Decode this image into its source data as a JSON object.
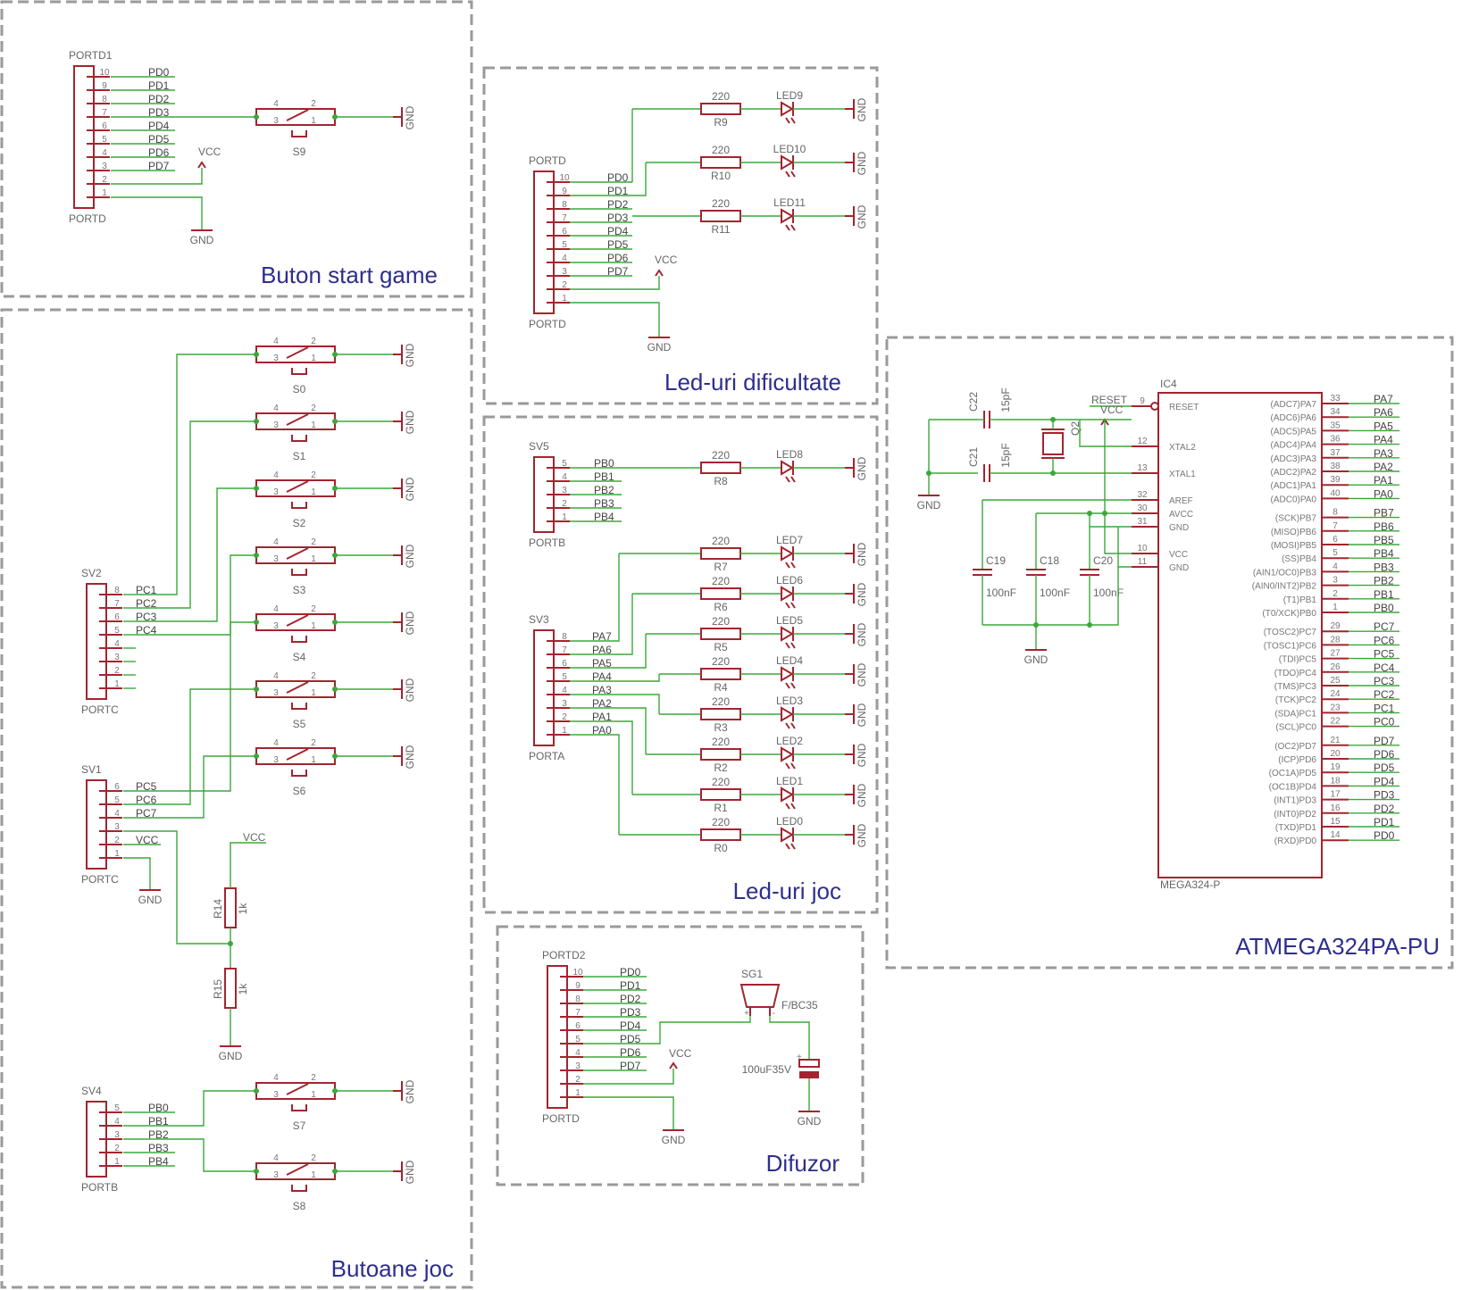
{
  "section_titles": {
    "buton_start": "Buton start game",
    "butoane_joc": "Butoane joc",
    "led_dificultate": "Led-uri dificultate",
    "led_joc": "Led-uri joc",
    "difuzor": "Difuzor",
    "mcu": "ATMEGA324PA-PU"
  },
  "connector_names": {
    "portd1_top": "PORTD1",
    "portd1_bottom": "PORTD",
    "ledd_top": "PORTD",
    "ledd_bottom": "PORTD",
    "sv2_top": "SV2",
    "sv2_bottom": "PORTC",
    "sv1_top": "SV1",
    "sv1_bottom": "PORTC",
    "sv4_top": "SV4",
    "sv4_bottom": "PORTB",
    "sv5_top": "SV5",
    "sv5_bottom": "PORTB",
    "sv3_top": "SV3",
    "sv3_bottom": "PORTA",
    "portd2_top": "PORTD2",
    "portd2_bottom": "PORTD"
  },
  "net_labels": {
    "pd": [
      "PD0",
      "PD1",
      "PD2",
      "PD3",
      "PD4",
      "PD5",
      "PD6",
      "PD7"
    ],
    "pc_sv2": [
      "PC1",
      "PC2",
      "PC3",
      "PC4"
    ],
    "pc_sv1": [
      "PC5",
      "PC6",
      "PC7"
    ],
    "pb": [
      "PB0",
      "PB1",
      "PB2",
      "PB3",
      "PB4"
    ],
    "pa": [
      "PA7",
      "PA6",
      "PA5",
      "PA4",
      "PA3",
      "PA2",
      "PA1",
      "PA0"
    ],
    "vcc": "VCC",
    "gnd": "GND",
    "reset": "RESET"
  },
  "pin_numbers": {
    "ten": [
      "10",
      "9",
      "8",
      "7",
      "6",
      "5",
      "4",
      "3",
      "2",
      "1"
    ],
    "eight": [
      "8",
      "7",
      "6",
      "5",
      "4",
      "3",
      "2",
      "1"
    ],
    "six": [
      "6",
      "5",
      "4",
      "3",
      "2",
      "1"
    ],
    "five": [
      "5",
      "4",
      "3",
      "2",
      "1"
    ]
  },
  "switch_pins": {
    "p4": "4",
    "p3": "3",
    "p2": "2",
    "p1": "1"
  },
  "switches": [
    "S0",
    "S1",
    "S2",
    "S3",
    "S4",
    "S5",
    "S6",
    "S7",
    "S8",
    "S9"
  ],
  "resistors": {
    "r14": "R14",
    "r15": "R15",
    "value_1k": "1k",
    "value_220": "220",
    "led_dif": [
      "R9",
      "R10",
      "R11"
    ],
    "led_joc": [
      "R8",
      "R7",
      "R6",
      "R5",
      "R4",
      "R3",
      "R2",
      "R1",
      "R0"
    ]
  },
  "leds": {
    "dif": [
      "LED9",
      "LED10",
      "LED11"
    ],
    "joc": [
      "LED8",
      "LED7",
      "LED6",
      "LED5",
      "LED4",
      "LED3",
      "LED2",
      "LED1",
      "LED0"
    ]
  },
  "difuzor": {
    "buzzer": "SG1",
    "buzzer_part": "F/BC35",
    "cap": "100uF35V",
    "plus": "+",
    "minus": "-"
  },
  "mcu": {
    "name": "IC4",
    "part": "MEGA324-P",
    "caps": {
      "c22": "C22",
      "c21": "C21",
      "c19": "C19",
      "c18": "C18",
      "c20": "C20",
      "v15pf": "15pF",
      "v100nf": "100nF",
      "crystal": "Q2"
    },
    "left_pins": [
      {
        "num": "9",
        "name": "RESET"
      },
      {
        "num": "12",
        "name": "XTAL2"
      },
      {
        "num": "13",
        "name": "XTAL1"
      },
      {
        "num": "32",
        "name": "AREF"
      },
      {
        "num": "30",
        "name": "AVCC"
      },
      {
        "num": "31",
        "name": "GND"
      },
      {
        "num": "10",
        "name": "VCC"
      },
      {
        "num": "11",
        "name": "GND"
      }
    ],
    "right_pins": [
      {
        "name": "(ADC7)PA7",
        "num": "33",
        "net": "PA7"
      },
      {
        "name": "(ADC6)PA6",
        "num": "34",
        "net": "PA6"
      },
      {
        "name": "(ADC5)PA5",
        "num": "35",
        "net": "PA5"
      },
      {
        "name": "(ADC4)PA4",
        "num": "36",
        "net": "PA4"
      },
      {
        "name": "(ADC3)PA3",
        "num": "37",
        "net": "PA3"
      },
      {
        "name": "(ADC2)PA2",
        "num": "38",
        "net": "PA2"
      },
      {
        "name": "(ADC1)PA1",
        "num": "39",
        "net": "PA1"
      },
      {
        "name": "(ADC0)PA0",
        "num": "40",
        "net": "PA0"
      },
      {
        "name": "(SCK)PB7",
        "num": "8",
        "net": "PB7"
      },
      {
        "name": "(MISO)PB6",
        "num": "7",
        "net": "PB6"
      },
      {
        "name": "(MOSI)PB5",
        "num": "6",
        "net": "PB5"
      },
      {
        "name": "(SS)PB4",
        "num": "5",
        "net": "PB4"
      },
      {
        "name": "(AIN1/OC0)PB3",
        "num": "4",
        "net": "PB3"
      },
      {
        "name": "(AIN0/INT2)PB2",
        "num": "3",
        "net": "PB2"
      },
      {
        "name": "(T1)PB1",
        "num": "2",
        "net": "PB1"
      },
      {
        "name": "(T0/XCK)PB0",
        "num": "1",
        "net": "PB0"
      },
      {
        "name": "(TOSC2)PC7",
        "num": "29",
        "net": "PC7"
      },
      {
        "name": "(TOSC1)PC6",
        "num": "28",
        "net": "PC6"
      },
      {
        "name": "(TDI)PC5",
        "num": "27",
        "net": "PC5"
      },
      {
        "name": "(TDO)PC4",
        "num": "26",
        "net": "PC4"
      },
      {
        "name": "(TMS)PC3",
        "num": "25",
        "net": "PC3"
      },
      {
        "name": "(TCK)PC2",
        "num": "24",
        "net": "PC2"
      },
      {
        "name": "(SDA)PC1",
        "num": "23",
        "net": "PC1"
      },
      {
        "name": "(SCL)PC0",
        "num": "22",
        "net": "PC0"
      },
      {
        "name": "(OC2)PD7",
        "num": "21",
        "net": "PD7"
      },
      {
        "name": "(ICP)PD6",
        "num": "20",
        "net": "PD6"
      },
      {
        "name": "(OC1A)PD5",
        "num": "19",
        "net": "PD5"
      },
      {
        "name": "(OC1B)PD4",
        "num": "18",
        "net": "PD4"
      },
      {
        "name": "(INT1)PD3",
        "num": "17",
        "net": "PD3"
      },
      {
        "name": "(INT0)PD2",
        "num": "16",
        "net": "PD2"
      },
      {
        "name": "(TXD)PD1",
        "num": "15",
        "net": "PD1"
      },
      {
        "name": "(RXD)PD0",
        "num": "14",
        "net": "PD0"
      }
    ]
  },
  "colors": {
    "wire": "#3aa83a",
    "part": "#a3242f",
    "frame": "#9a9a9a",
    "title": "#2e2e8e"
  }
}
